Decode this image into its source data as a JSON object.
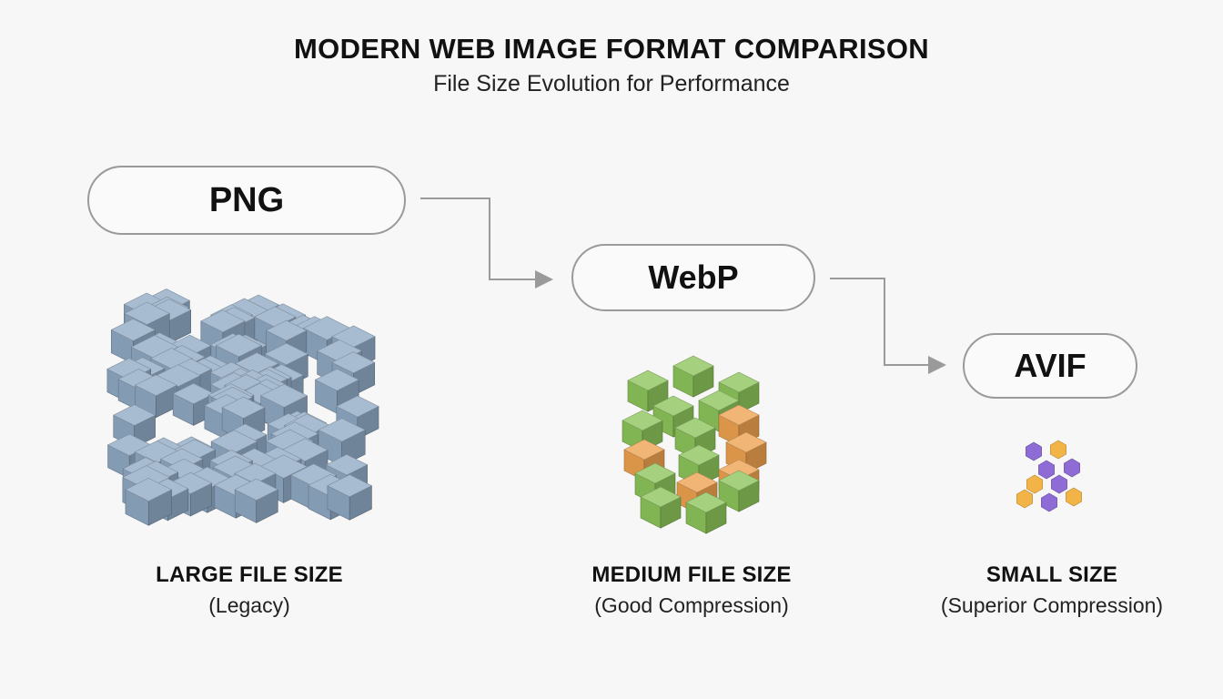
{
  "header": {
    "title": "MODERN WEB IMAGE FORMAT COMPARISON",
    "subtitle": "File Size Evolution for Performance"
  },
  "formats": [
    {
      "name": "PNG",
      "size_label": "LARGE FILE SIZE",
      "note": "(Legacy)",
      "icon": "large-cube-cluster-icon"
    },
    {
      "name": "WebP",
      "size_label": "MEDIUM FILE SIZE",
      "note": "(Good Compression)",
      "icon": "medium-cube-cluster-icon"
    },
    {
      "name": "AVIF",
      "size_label": "SMALL SIZE",
      "note": "(Superior Compression)",
      "icon": "small-hexagon-cluster-icon"
    }
  ],
  "colors": {
    "png_cube": "#8fa9c4",
    "webp_cube": "#8cc45a",
    "webp_band": "#eda24f",
    "avif_purple": "#8f6bd6",
    "avif_orange": "#f2b446",
    "connector": "#9a9a9a"
  }
}
